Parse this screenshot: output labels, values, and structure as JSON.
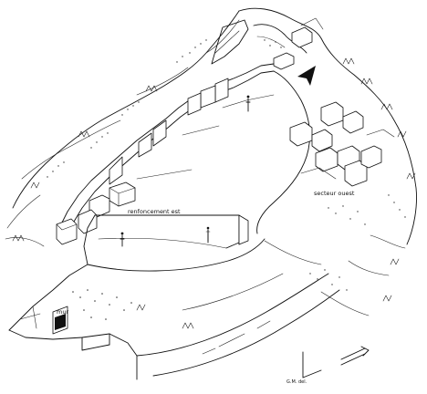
{
  "labels": {
    "east_recess": "renfoncement est",
    "west_sector": "secteur ouest",
    "wall": "mur",
    "signature": "G.M. del."
  },
  "colors": {
    "ink": "#111111",
    "paper": "#ffffff"
  },
  "icons": {
    "north_arrow": "north-arrow-icon",
    "view_arrow": "viewpoint-arrow-icon"
  }
}
